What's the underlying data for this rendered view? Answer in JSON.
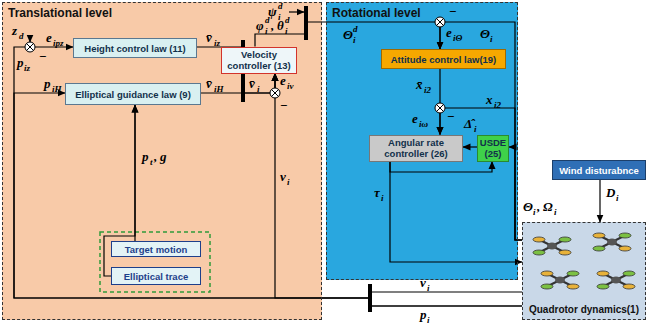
{
  "diagram": {
    "nodes": [
      {
        "text": [
          "Translational level"
        ]
      },
      {
        "text": [
          "Height control law (11)"
        ],
        "in": 0
      },
      {
        "text": [
          "Elliptical guidance law (9)"
        ],
        "in": 0
      },
      {
        "text": [
          "Velocity controller (13)"
        ],
        "in": 0
      },
      {
        "text": [
          "Target motion"
        ],
        "in": 0
      },
      {
        "text": [
          "Elliptical trace"
        ],
        "in": 0
      },
      {
        "text": [
          "Rotational level"
        ]
      },
      {
        "text": [
          "Attitude control law(19)"
        ],
        "in": 6
      },
      {
        "text": [
          "Angular rate controller (26)"
        ],
        "in": 6
      },
      {
        "text": [
          "USDE (25)"
        ],
        "in": 6
      },
      {
        "text": [
          "Wind disturabnce"
        ]
      },
      {
        "text": [
          "Quadrotor dynamics(1)"
        ]
      }
    ],
    "edges": [
      {
        "from": 1,
        "to": 3,
        "arrow": "to"
      },
      {
        "from": 2,
        "to": 3,
        "arrow": "to"
      },
      {
        "from": 4,
        "to": 2,
        "arrow": "to"
      },
      {
        "from": 5,
        "to": 2,
        "arrow": "to"
      },
      {
        "from": 3,
        "to": 7,
        "arrow": "to"
      },
      {
        "from": 7,
        "to": 8,
        "arrow": "to"
      },
      {
        "from": 9,
        "to": 8,
        "arrow": "to"
      },
      {
        "from": 8,
        "to": 11,
        "arrow": "to"
      },
      {
        "from": 8,
        "to": 9,
        "arrow": "to"
      },
      {
        "from": 10,
        "to": 11,
        "arrow": "to"
      },
      {
        "from": 11,
        "to": 7,
        "arrow": "to"
      },
      {
        "from": 11,
        "to": 8,
        "arrow": "to"
      },
      {
        "from": 11,
        "to": 9,
        "arrow": "to"
      },
      {
        "from": 11,
        "to": 3,
        "arrow": "to"
      },
      {
        "from": 11,
        "to": 1,
        "arrow": "to"
      },
      {
        "from": 11,
        "to": 2,
        "arrow": "to"
      }
    ],
    "labels": [
      "z",
      "d",
      "p",
      "iz",
      "−",
      "e",
      "ipz",
      "p",
      "iH",
      "v̄",
      "iz",
      "v̄",
      "iH",
      "v̄",
      "i",
      "e",
      "iv",
      "−",
      "v",
      "i",
      "ψ",
      "i",
      "d",
      "φ",
      "i",
      "d",
      ",",
      "θ",
      "i",
      "d",
      "Θ",
      "i",
      "d",
      "e",
      "iΘ",
      "Θ",
      "i",
      "−",
      "x̄",
      "i2",
      "−",
      "e",
      "iω",
      "Δ̂",
      "i",
      "x",
      "i2",
      "τ",
      "i",
      "D",
      "i",
      "Θ",
      "i",
      ",",
      "Ω",
      "i",
      "v",
      "i",
      "p",
      "i",
      "p",
      "t",
      ",",
      "g"
    ]
  }
}
